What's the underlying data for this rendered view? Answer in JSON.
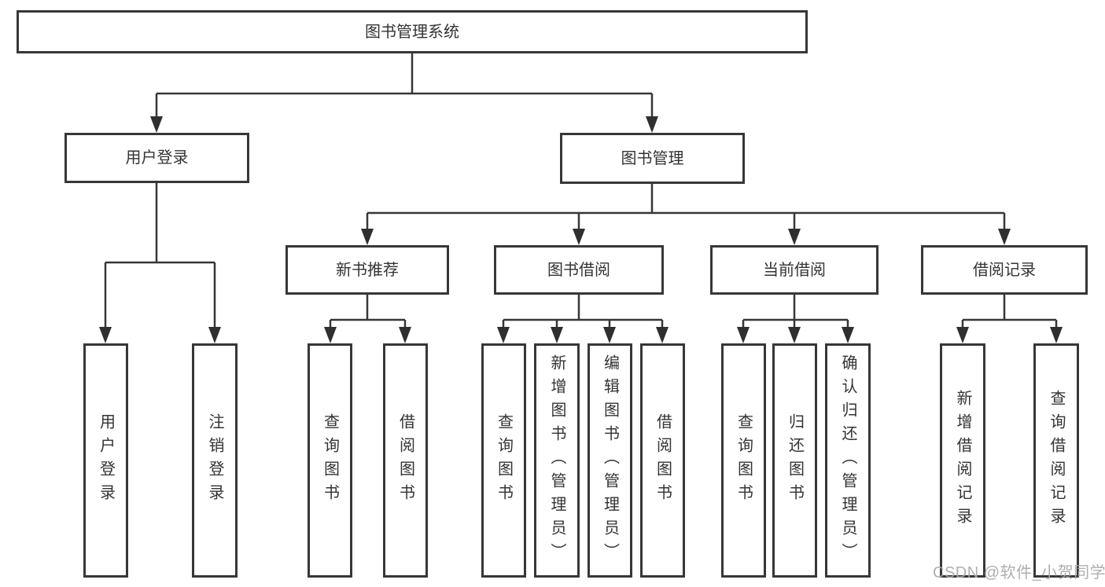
{
  "tree": {
    "label": "图书管理系统",
    "children": [
      {
        "label": "用户登录",
        "children": [
          {
            "label": "用户登录"
          },
          {
            "label": "注销登录"
          }
        ]
      },
      {
        "label": "图书管理",
        "children": [
          {
            "label": "新书推荐",
            "children": [
              {
                "label": "查询图书"
              },
              {
                "label": "借阅图书"
              }
            ]
          },
          {
            "label": "图书借阅",
            "children": [
              {
                "label": "查询图书"
              },
              {
                "label": "新增图书（管理员）"
              },
              {
                "label": "编辑图书（管理员）"
              },
              {
                "label": "借阅图书"
              }
            ]
          },
          {
            "label": "当前借阅",
            "children": [
              {
                "label": "查询图书"
              },
              {
                "label": "归还图书"
              },
              {
                "label": "确认归还（管理员）"
              }
            ]
          },
          {
            "label": "借阅记录",
            "children": [
              {
                "label": "新增借阅记录"
              },
              {
                "label": "查询借阅记录"
              }
            ]
          }
        ]
      }
    ]
  },
  "colors": {
    "line": "#373737",
    "text": "#333333",
    "watermark": "#a8a8a8"
  },
  "watermark": {
    "text": "CSDN @软件_小贺同学"
  }
}
